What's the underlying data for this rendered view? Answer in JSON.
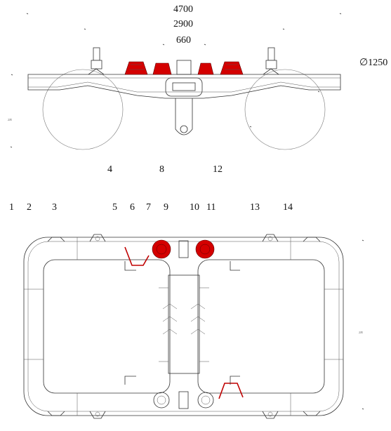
{
  "dimensions": {
    "overall_length": "4700",
    "wheelbase": "2900",
    "center_spacing": "660",
    "wheel_diameter": "∅1250"
  },
  "side_view_callouts": [
    "4",
    "8",
    "12"
  ],
  "plan_view_callouts": [
    "1",
    "2",
    "3",
    "5",
    "6",
    "7",
    "9",
    "10",
    "11",
    "13",
    "14"
  ],
  "scale_marks": [
    "2JE",
    "2JE"
  ],
  "colors": {
    "component_highlight": "#d40000",
    "line": "#333333"
  }
}
